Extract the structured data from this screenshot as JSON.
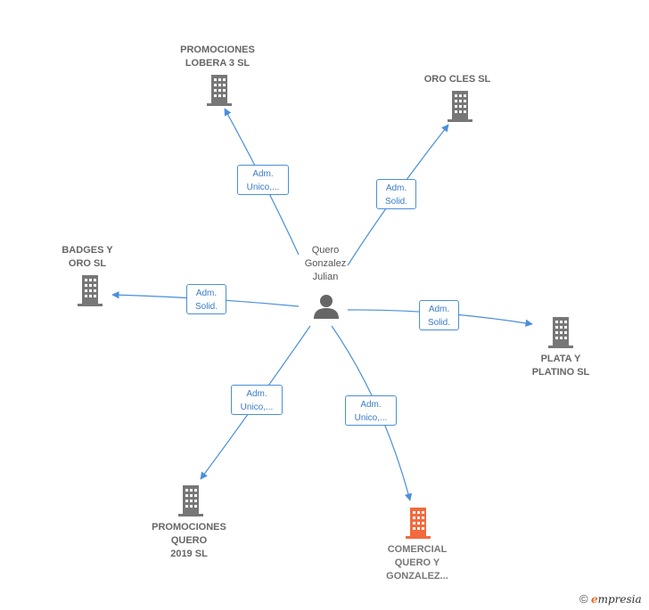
{
  "center": {
    "name_lines": [
      "Quero",
      "Gonzalez",
      "Julian"
    ],
    "icon": "person-icon"
  },
  "companies": [
    {
      "id": "promociones-lobera",
      "lines": [
        "PROMOCIONES",
        "LOBERA 3 SL"
      ],
      "icon": "building-icon",
      "color": "#777777"
    },
    {
      "id": "oro-cles",
      "lines": [
        "ORO CLES SL"
      ],
      "icon": "building-icon",
      "color": "#777777"
    },
    {
      "id": "badges-oro",
      "lines": [
        "BADGES Y",
        "ORO SL"
      ],
      "icon": "building-icon",
      "color": "#777777"
    },
    {
      "id": "plata-platino",
      "lines": [
        "PLATA Y",
        "PLATINO SL"
      ],
      "icon": "building-icon",
      "color": "#777777"
    },
    {
      "id": "promociones-quero",
      "lines": [
        "PROMOCIONES",
        "QUERO",
        "2019  SL"
      ],
      "icon": "building-icon",
      "color": "#777777"
    },
    {
      "id": "comercial-quero",
      "lines": [
        "COMERCIAL",
        "QUERO Y",
        "GONZALEZ..."
      ],
      "icon": "building-icon",
      "color": "#f26a3d"
    }
  ],
  "relations": [
    {
      "target": "promociones-lobera",
      "lines": [
        "Adm.",
        "Unico,..."
      ]
    },
    {
      "target": "oro-cles",
      "lines": [
        "Adm.",
        "Solid."
      ]
    },
    {
      "target": "badges-oro",
      "lines": [
        "Adm.",
        "Solid."
      ]
    },
    {
      "target": "plata-platino",
      "lines": [
        "Adm.",
        "Solid."
      ]
    },
    {
      "target": "promociones-quero",
      "lines": [
        "Adm.",
        "Unico,..."
      ]
    },
    {
      "target": "comercial-quero",
      "lines": [
        "Adm.",
        "Unico,..."
      ]
    }
  ],
  "colors": {
    "edge": "#4a8fd9",
    "building": "#777777",
    "focus_building": "#f26a3d",
    "person": "#666666"
  },
  "brand": {
    "copyright": "©",
    "initial": "e",
    "rest": "mpresia"
  }
}
